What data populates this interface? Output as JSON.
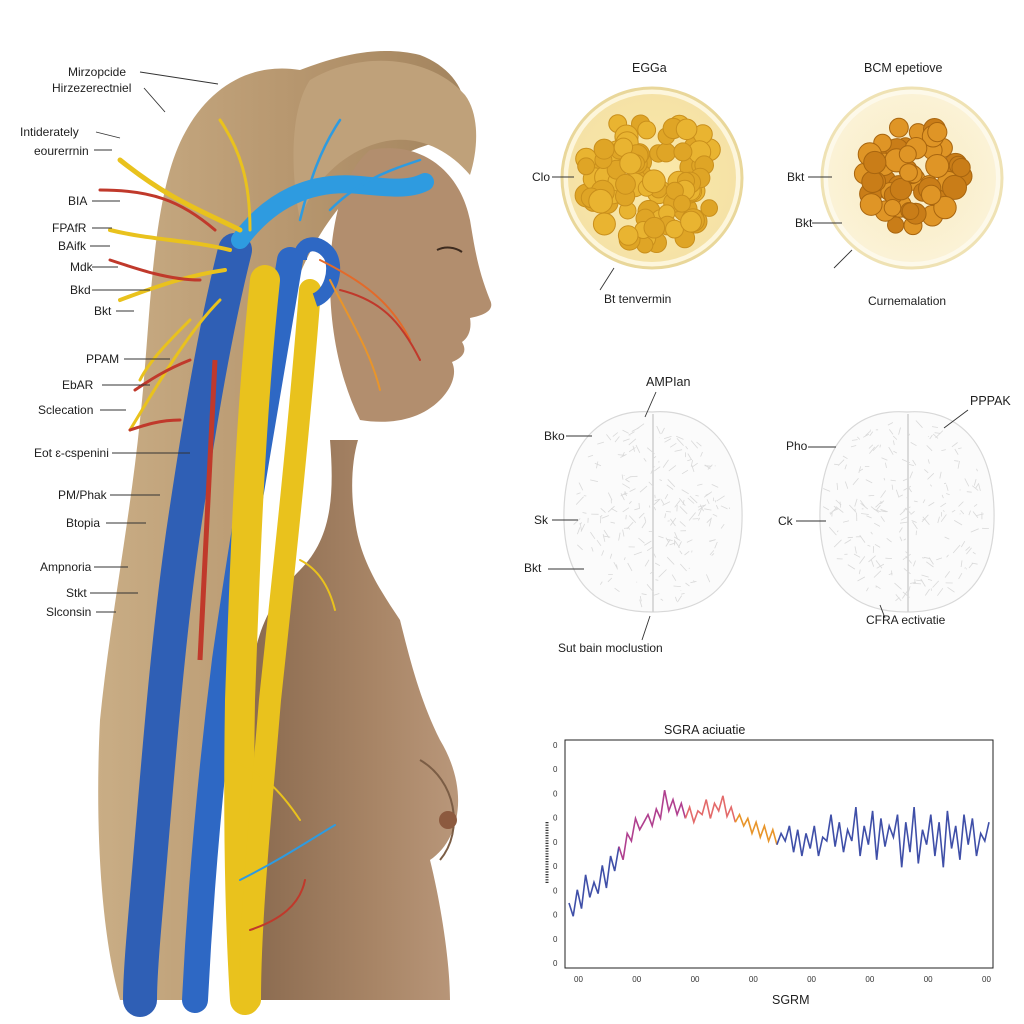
{
  "body_labels": [
    "Mirzopcide",
    "Hirzezerectniel",
    "Intiderately",
    "eourerrnin",
    "BIA",
    "FPAfR",
    "BAifk",
    "Mdk",
    "Bkd",
    "Bkt",
    "PPAM",
    "EbAR",
    "Sclecation",
    "Eot ɛ-cspenini",
    "PM/Phak",
    "Btopia",
    "Ampnoria",
    "Stkt",
    "Slconsin"
  ],
  "panel_fat_left": {
    "title": "EGGa",
    "labels": [
      "Clo",
      "Bt tenvermin"
    ]
  },
  "panel_fat_right": {
    "title": "BCM epetiove",
    "labels": [
      "Bkt",
      "Bkt",
      "Curnemalation"
    ]
  },
  "panel_brain_left": {
    "title": "AMPIan",
    "labels": [
      "Bko",
      "Sk",
      "Bkt",
      "Sut bain moclustion"
    ]
  },
  "panel_brain_right": {
    "title": "PPPAK",
    "labels": [
      "Pho",
      "Ck",
      "CFRA ectivatie"
    ]
  },
  "chart_data": {
    "type": "line",
    "title": "SGRA aciuatie",
    "xlabel": "SGRM",
    "ylabel": "(unreadable)",
    "x_tick_labels": [
      "00",
      "00",
      "00",
      "00",
      "00",
      "00",
      "00",
      "00"
    ],
    "y_tick_labels": [
      "0",
      "0",
      "0",
      "0",
      "0",
      "0",
      "0",
      "0",
      "0",
      "0"
    ],
    "segment_colors": [
      "#3f4fa8",
      "#b0408f",
      "#e36a6a",
      "#e8952a",
      "#3f4fa8"
    ],
    "series": [
      {
        "values": [
          0.25,
          0.18,
          0.32,
          0.22,
          0.4,
          0.28,
          0.36,
          0.3,
          0.45,
          0.33,
          0.5,
          0.42,
          0.55,
          0.48,
          0.62,
          0.58,
          0.7,
          0.64,
          0.68,
          0.72,
          0.66,
          0.75,
          0.7,
          0.85,
          0.74,
          0.8,
          0.72,
          0.78,
          0.7,
          0.76,
          0.68,
          0.74,
          0.72,
          0.8,
          0.7,
          0.78,
          0.74,
          0.82,
          0.71,
          0.76,
          0.68,
          0.72,
          0.66,
          0.7,
          0.62,
          0.68,
          0.6,
          0.66,
          0.58,
          0.64,
          0.56,
          0.62,
          0.58,
          0.66,
          0.52,
          0.64,
          0.5,
          0.62,
          0.54,
          0.66,
          0.5,
          0.6,
          0.58,
          0.72,
          0.55,
          0.68,
          0.52,
          0.64,
          0.58,
          0.76,
          0.5,
          0.66,
          0.56,
          0.74,
          0.48,
          0.7,
          0.55,
          0.66,
          0.6,
          0.72,
          0.44,
          0.68,
          0.52,
          0.76,
          0.46,
          0.64,
          0.56,
          0.72,
          0.5,
          0.68,
          0.44,
          0.74,
          0.54,
          0.66,
          0.48,
          0.72,
          0.56,
          0.7,
          0.5,
          0.62,
          0.58,
          0.68
        ]
      }
    ]
  }
}
